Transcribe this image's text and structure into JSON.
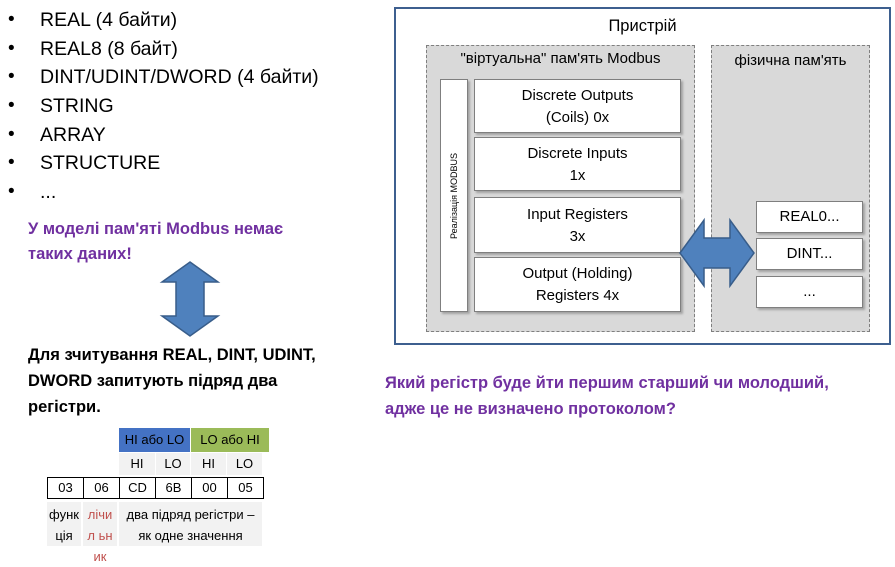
{
  "bullets": [
    "REAL (4 байти)",
    "REAL8 (8 байт)",
    "DINT/UDINT/DWORD (4 байти)",
    "STRING",
    "ARRAY",
    "STRUCTURE",
    "..."
  ],
  "note_no_data": "У моделі пам'яті Modbus немає таких даних!",
  "note_request": "Для зчитування REAL, DINT, UDINT, DWORD запитують підряд два регістри.",
  "question": "Який регістр буде йти першим старший чи молодший, адже це не визначено протоколом?",
  "device": {
    "title": "Пристрій",
    "virtual_title": "\"віртуальна\" пам'ять Modbus",
    "impl_label": "Реалізація MODBUS",
    "registers": [
      {
        "line1": "Discrete Outputs",
        "line2": "(Coils) 0x"
      },
      {
        "line1": "Discrete Inputs",
        "line2": "1x"
      },
      {
        "line1": "Input Registers",
        "line2": "3x"
      },
      {
        "line1": "Output (Holding)",
        "line2": "Registers  4x"
      }
    ],
    "physical_title": "фізична пам'ять",
    "physical_items": [
      "REAL0...",
      "DINT...",
      "..."
    ]
  },
  "table": {
    "header": [
      "HI або LO",
      "LO або HI"
    ],
    "header_colors": [
      "#4472c4",
      "#9bbb59"
    ],
    "sub": [
      "HI",
      "LO",
      "HI",
      "LO"
    ],
    "bytes": [
      "03",
      "06",
      "CD",
      "6B",
      "00",
      "05"
    ],
    "labels": [
      "функ ція",
      "лічил ьник",
      "два підряд регістри – як одне значення"
    ]
  }
}
